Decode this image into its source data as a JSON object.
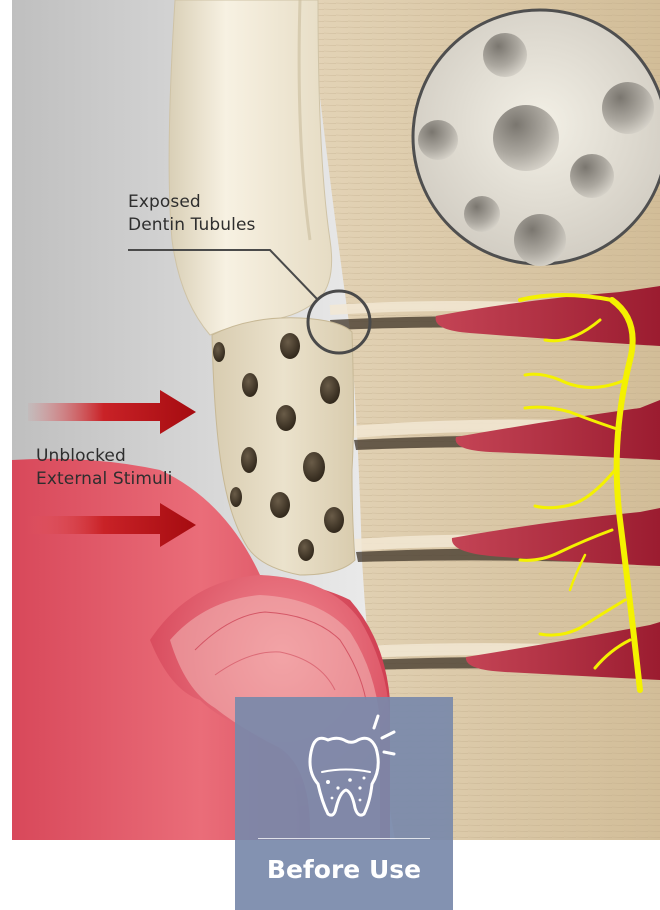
{
  "labels": {
    "exposed_dentin": [
      "Exposed",
      "Dentin Tubules"
    ],
    "stimuli": [
      "Unblocked",
      "External Stimuli"
    ]
  },
  "badge": {
    "title": "Before Use",
    "icon": "tooth-sensitivity-icon",
    "background": "#7889aa"
  },
  "colors": {
    "enamel": "#ede4cf",
    "dentin": "#e6dbc2",
    "gum": "#de5866",
    "pulp_nerve": "#b3243a",
    "nerve_fiber": "#f4f100",
    "arrow": "#b80f14"
  }
}
